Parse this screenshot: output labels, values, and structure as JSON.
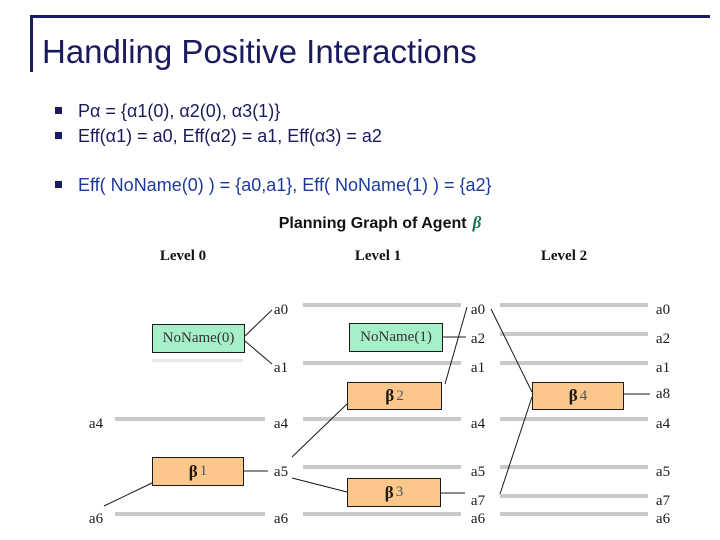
{
  "colors": {
    "navy": "#1a1a5e",
    "bullet3_blue": "#1b3a9c",
    "beta_green": "#17735a",
    "green_box": "#a7efc9",
    "orange_box": "#fcc78a",
    "prop_line_gray": "#c9c9c9"
  },
  "header": {
    "title": "Handling Positive Interactions"
  },
  "bullets": [
    {
      "text": "Pα = {α1(0), α2(0), α3(1)}"
    },
    {
      "text": "Eff(α1) = a0, Eff(α2) = a1, Eff(α3) = a2"
    },
    {
      "text": "Eff( NoName(0) ) = {a0,a1}, Eff( NoName(1) ) = {a2}"
    }
  ],
  "graph": {
    "caption": "Planning Graph of Agent",
    "caption_beta": "β",
    "levels": [
      "Level 0",
      "Level 1",
      "Level 2"
    ],
    "action_boxes": {
      "noname0": "NoName(0)",
      "noname1": "NoName(1)",
      "beta1": {
        "sym": "β",
        "num": "1"
      },
      "beta2": {
        "sym": "β",
        "num": "2"
      },
      "beta3": {
        "sym": "β",
        "num": "3"
      },
      "beta4": {
        "sym": "β",
        "num": "4"
      }
    },
    "prop_labels": {
      "left": [
        "a4",
        "a6"
      ],
      "mid1": [
        "a0",
        "a1",
        "a4",
        "a5",
        "a6"
      ],
      "mid2": [
        "a0",
        "a2",
        "a1",
        "a4",
        "a5",
        "a7",
        "a6"
      ],
      "right": [
        "a0",
        "a2",
        "a1",
        "a8",
        "a4",
        "a5",
        "a7",
        "a6"
      ]
    }
  }
}
